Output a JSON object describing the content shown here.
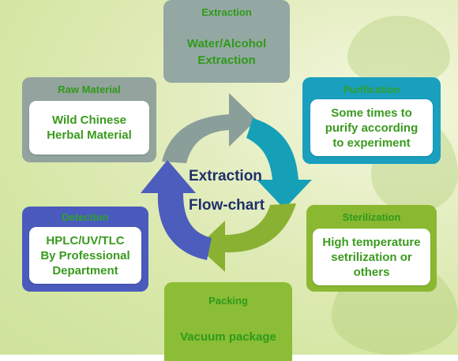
{
  "center": {
    "line1": "Extraction",
    "line2": "Flow-chart"
  },
  "stages": {
    "extraction": {
      "title": "Extraction",
      "line1": "Water/Alcohol",
      "line2": "Extraction"
    },
    "raw_material": {
      "title": "Raw Material",
      "line1": "Wild Chinese",
      "line2": "Herbal Material"
    },
    "purification": {
      "title": "Purification",
      "line1": "Some times to",
      "line2": "purify according",
      "line3": "to experiment"
    },
    "detection": {
      "title": "Detection",
      "line1": "HPLC/UV/TLC",
      "line2": "By Professional",
      "line3": "Department"
    },
    "sterilization": {
      "title": "Sterilization",
      "line1": "High temperature",
      "line2": "setrilization or",
      "line3": "others"
    },
    "packing": {
      "title": "Packing",
      "line1": "Vacuum package"
    }
  },
  "colors": {
    "extraction": "#93a8a3",
    "raw_material": "#93a39d",
    "purification": "#1a9fbf",
    "detection": "#4a5bbd",
    "sterilization": "#8ab831",
    "packing": "#8bbd36",
    "green_text": "#3a9a1e",
    "arrow_gray": "#8a9e9a",
    "arrow_teal": "#16a0b8",
    "arrow_green": "#8ab131",
    "arrow_blue": "#4d5dbd"
  }
}
